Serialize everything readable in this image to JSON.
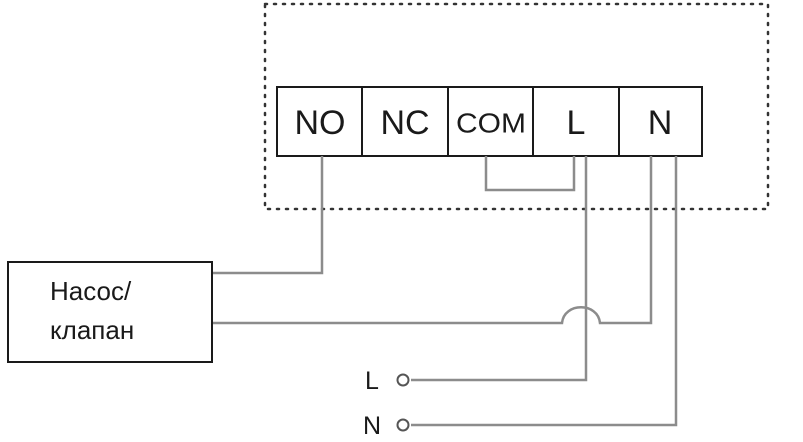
{
  "terminals": [
    {
      "key": "no",
      "label": "NO"
    },
    {
      "key": "nc",
      "label": "NC"
    },
    {
      "key": "com",
      "label": "COM"
    },
    {
      "key": "l",
      "label": "L"
    },
    {
      "key": "n",
      "label": "N"
    }
  ],
  "device": {
    "line1": "Насос/",
    "line2": "клапан"
  },
  "supply": {
    "l_label": "L",
    "n_label": "N"
  },
  "colors": {
    "box_stroke": "#1a1a1a",
    "wire": "#8c8c8c",
    "enclosure_dots": "#333333",
    "text": "#1a1a1a"
  }
}
